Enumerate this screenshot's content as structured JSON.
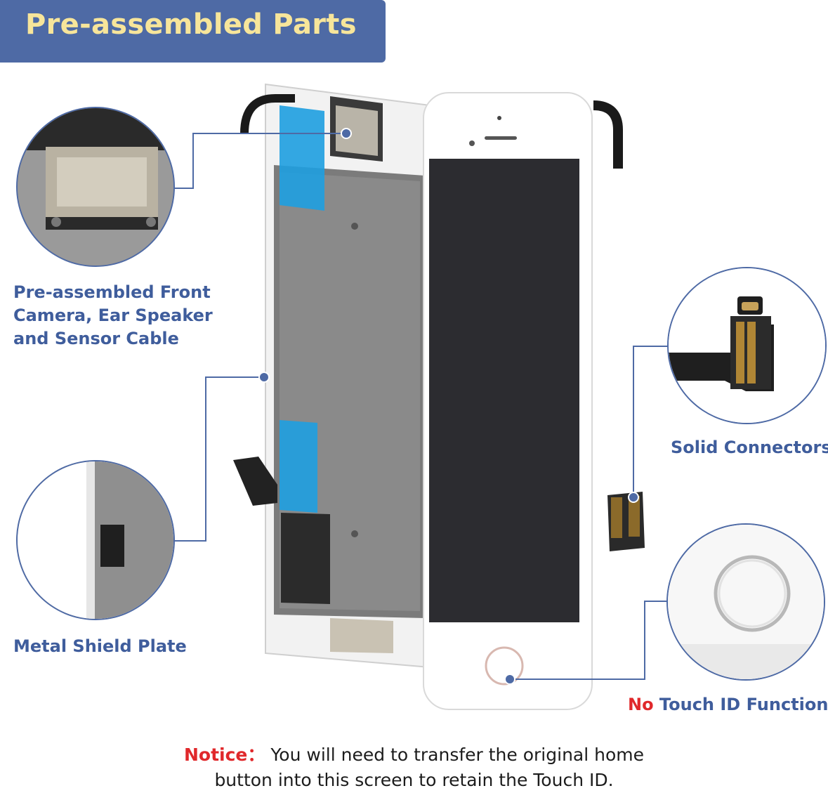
{
  "banner": {
    "title": "Pre-assembled Parts"
  },
  "features": {
    "camera": {
      "line1": "Pre-assembled Front",
      "line2": "Camera, Ear Speaker",
      "line3": "and Sensor Cable"
    },
    "metal": {
      "label": "Metal Shield Plate"
    },
    "connectors": {
      "label": "Solid Connectors"
    },
    "touchid": {
      "prefix": "No",
      "label": " Touch ID Function"
    }
  },
  "notice": {
    "prefix": "Notice：",
    "line1": "You will need to transfer the original home",
    "line2": "button into this screen to retain the Touch ID."
  },
  "colors": {
    "banner": "#4e6aa5",
    "banner_text": "#f7e59a",
    "caption": "#3f5d9c",
    "accent_red": "#e0282b"
  },
  "icons": [
    "ear-speaker-closeup",
    "metal-shield-closeup",
    "connector-closeup",
    "home-button-closeup",
    "iphone-screen-assembly"
  ]
}
